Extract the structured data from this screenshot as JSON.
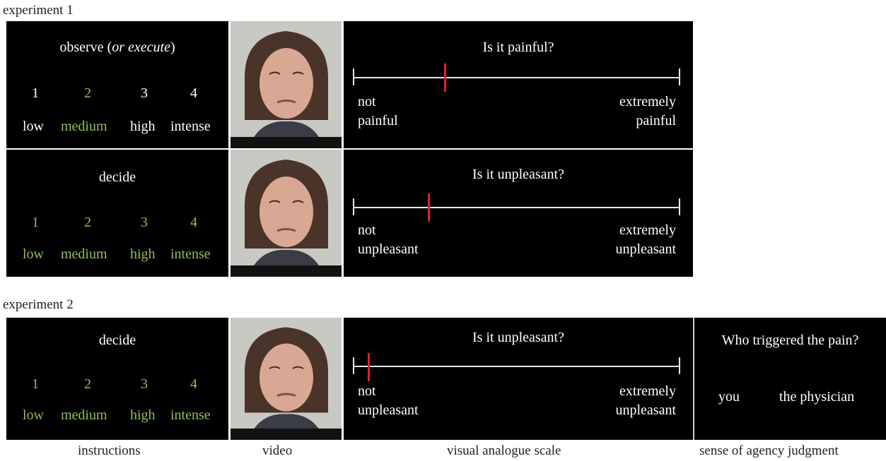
{
  "experiment1_label": "experiment 1",
  "experiment2_label": "experiment 2",
  "rows": [
    {
      "instruction_title_main": "observe (",
      "instruction_title_italic": "or execute",
      "instruction_title_end": ")",
      "numbers": [
        "1",
        "2",
        "3",
        "4"
      ],
      "levels": [
        "low",
        "medium",
        "high",
        "intense"
      ],
      "highlight_index": 1,
      "question": "Is it painful?",
      "left_anchor": [
        "not",
        "painful"
      ],
      "right_anchor": [
        "extremely",
        "painful"
      ],
      "marker_fraction": 0.28
    },
    {
      "instruction_title": "decide",
      "numbers": [
        "1",
        "2",
        "3",
        "4"
      ],
      "levels": [
        "low",
        "medium",
        "high",
        "intense"
      ],
      "all_green": true,
      "question": "Is it unpleasant?",
      "left_anchor": [
        "not",
        "unpleasant"
      ],
      "right_anchor": [
        "extremely",
        "unpleasant"
      ],
      "marker_fraction": 0.23
    },
    {
      "instruction_title": "decide",
      "numbers": [
        "1",
        "2",
        "3",
        "4"
      ],
      "levels": [
        "low",
        "medium",
        "high",
        "intense"
      ],
      "all_green": true,
      "question": "Is it unpleasant?",
      "left_anchor": [
        "not",
        "unpleasant"
      ],
      "right_anchor": [
        "extremely",
        "unpleasant"
      ],
      "marker_fraction": 0.045,
      "agency_question": "Who triggered the pain?",
      "agency_options": [
        "you",
        "the physician"
      ]
    }
  ],
  "captions": {
    "instructions": "instructions",
    "video": "video",
    "vas": "visual analogue scale",
    "agency": "sense of agency judgment"
  },
  "colors": {
    "green": "#8fbf5a",
    "marker": "#e0202a"
  }
}
